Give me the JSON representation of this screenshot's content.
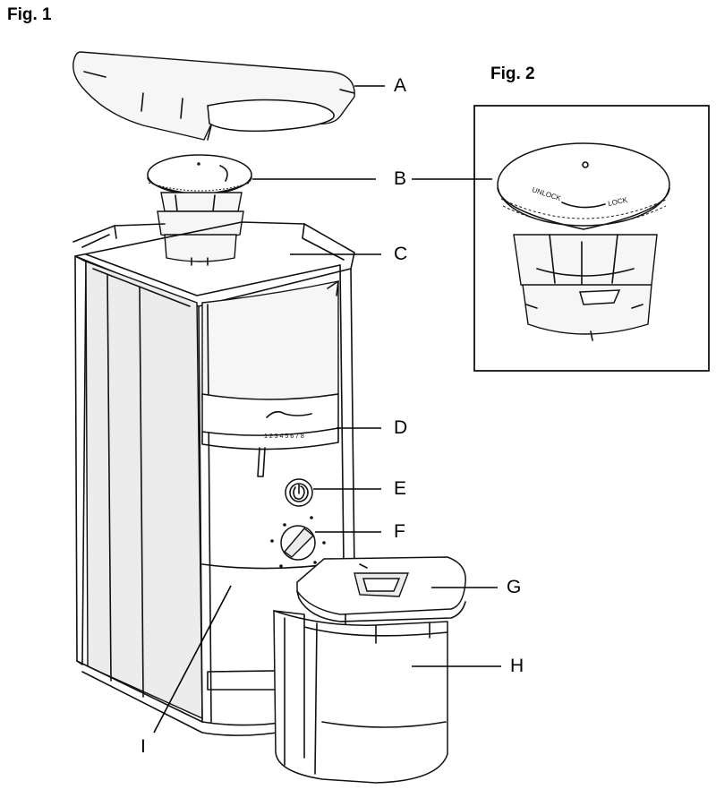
{
  "figures": {
    "fig1_title": "Fig. 1",
    "fig2_title": "Fig. 2"
  },
  "callouts": {
    "A": "A",
    "B": "B",
    "C": "C",
    "D": "D",
    "E": "E",
    "F": "F",
    "G": "G",
    "H": "H",
    "I": "I"
  },
  "part_text": {
    "ring_scale": "1 2 3 4 5 6 7 8",
    "dial_lock_left": "UNLOCK",
    "dial_lock_right": "LOCK"
  },
  "colors": {
    "ink": "#111111",
    "background": "#ffffff"
  }
}
